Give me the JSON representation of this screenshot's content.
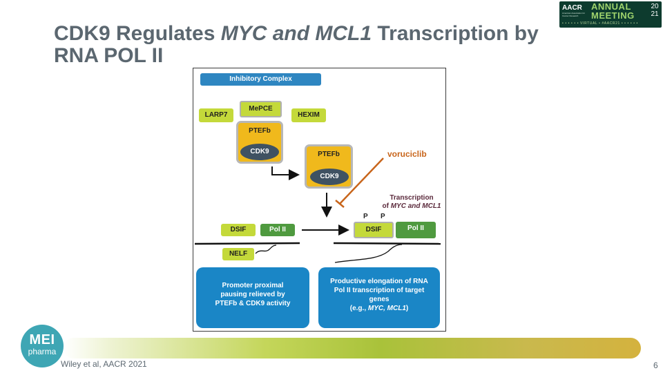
{
  "slide": {
    "title_part1": "CDK9 Regulates ",
    "title_italic": "MYC and MCL1",
    "title_part2": " Transcription by RNA POL II",
    "citation": "Wiley et al, AACR 2021",
    "page_number": "6"
  },
  "badge": {
    "org": "AACR",
    "org_sub": "American Association for Cancer Research",
    "line1": "ANNUAL",
    "line2": "MEETING",
    "year_top": "20",
    "year_bottom": "21",
    "footer": "• • • • • • VIRTUAL • #AACR21 • • • • • •"
  },
  "logo": {
    "name": "MEI",
    "sub": "pharma",
    "color": "#3ea6b4"
  },
  "diagram": {
    "inhibitory_complex": "Inhibitory Complex",
    "larp7": "LARP7",
    "mepce": "MePCE",
    "hexim": "HEXIM",
    "ptefb": "PTEFb",
    "cdk9": "CDK9",
    "voruciclib": "voruciclib",
    "transcription_line1": "Transcription",
    "transcription_prefix": "of ",
    "transcription_italic": "MYC and MCL1",
    "phospho": "P",
    "dsif": "DSIF",
    "pol2": "Pol II",
    "nelf": "NELF",
    "left_box": "Promoter proximal pausing relieved by PTEFb & CDK9 activity",
    "right_box_main": "Productive elongation of RNA Pol II transcription of target genes",
    "right_box_eg_prefix": "(e.g., ",
    "right_box_eg_italic": "MYC, MCL1",
    "right_box_eg_suffix": ")",
    "colors": {
      "blue": "#2e86c1",
      "lime": "#c4d93a",
      "green": "#4f9a3f",
      "gold": "#f0b91c",
      "navy": "#3f5262",
      "orange": "#c8651b"
    }
  }
}
